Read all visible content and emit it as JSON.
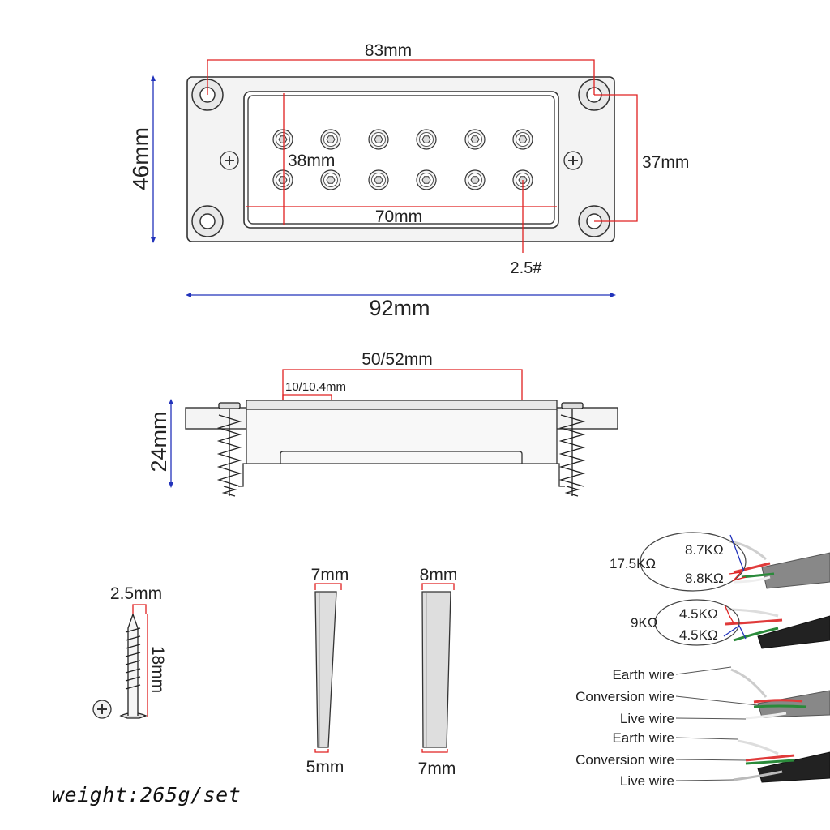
{
  "top_view": {
    "dim_83": "83mm",
    "dim_46": "46mm",
    "dim_38": "38mm",
    "dim_37": "37mm",
    "dim_70": "70mm",
    "dim_92": "92mm",
    "pole_size": "2.5#"
  },
  "side_view": {
    "dim_50_52": "50/52mm",
    "dim_10_104": "10/10.4mm",
    "dim_24": "24mm"
  },
  "screw": {
    "dim_diameter": "2.5mm",
    "dim_length": "18mm"
  },
  "shims": [
    {
      "top": "7mm",
      "bottom": "5mm"
    },
    {
      "top": "8mm",
      "bottom": "7mm"
    }
  ],
  "resistance": {
    "group1_total": "17.5KΩ",
    "group1_a": "8.7KΩ",
    "group1_b": "8.8KΩ",
    "group2_total": "9KΩ",
    "group2_a": "4.5KΩ",
    "group2_b": "4.5KΩ"
  },
  "wires": {
    "set1": [
      "Earth wire",
      "Conversion wire",
      "Live wire"
    ],
    "set2": [
      "Earth wire",
      "Conversion wire",
      "Live wire"
    ]
  },
  "weight": "weight:265g/set",
  "colors": {
    "red_dim": "#e02020",
    "blue_dim": "#2233bb",
    "metal": "#f2f2f2",
    "outline": "#333333"
  }
}
